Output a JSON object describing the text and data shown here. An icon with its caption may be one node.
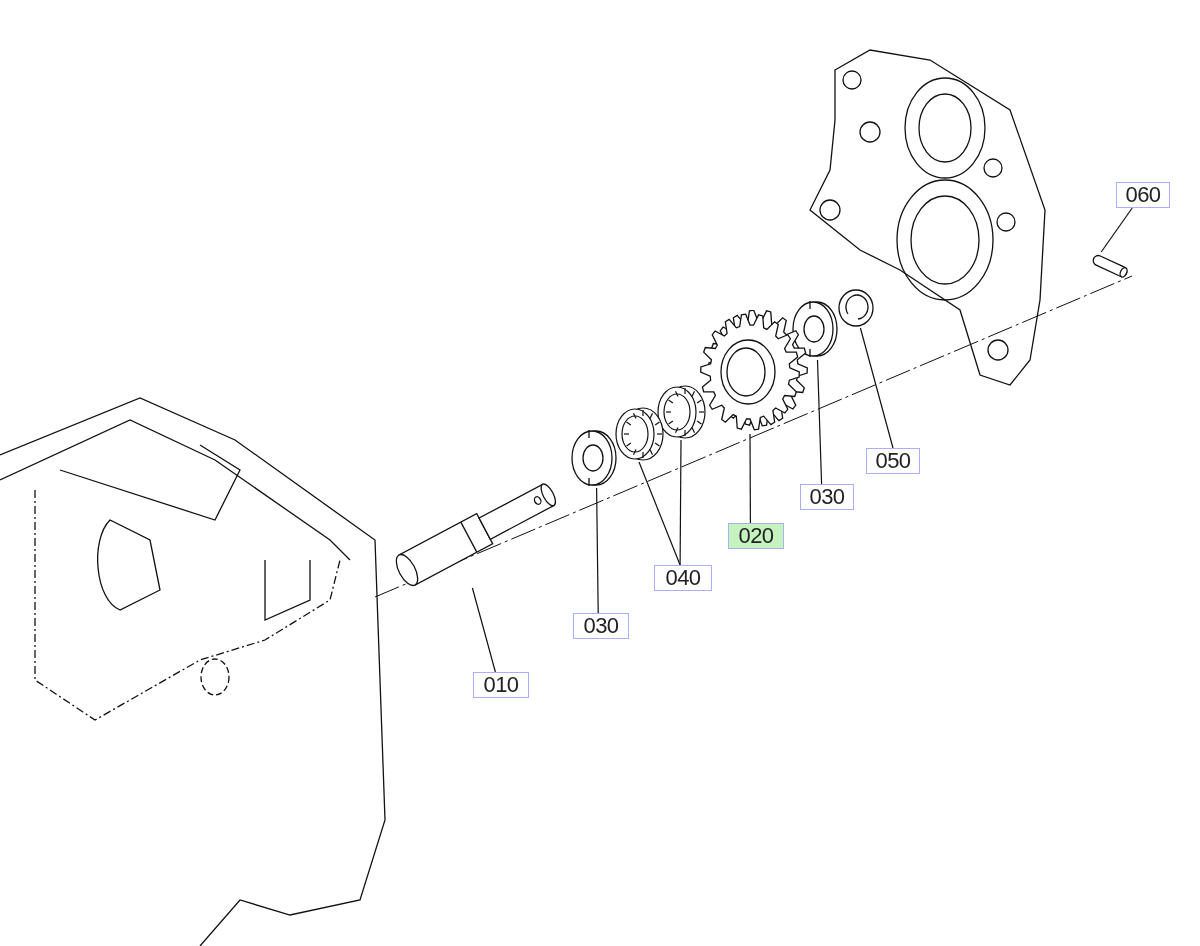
{
  "diagram": {
    "nodes": [
      {
        "text": [
          "060"
        ]
      },
      {
        "text": [],
        "shape": "picture"
      },
      {
        "text": [],
        "shape": "picture"
      },
      {
        "text": [],
        "shape": "picture"
      },
      {
        "text": [],
        "shape": "picture"
      },
      {
        "text": [],
        "shape": "picture"
      },
      {
        "text": [],
        "shape": "picture"
      },
      {
        "text": [],
        "shape": "picture"
      },
      {
        "text": [],
        "shape": "picture"
      },
      {
        "text": [
          "050"
        ]
      },
      {
        "text": [
          "030"
        ]
      },
      {
        "text": [
          "020"
        ]
      },
      {
        "text": [
          "040"
        ]
      },
      {
        "text": [
          "030"
        ]
      },
      {
        "text": [
          "010"
        ]
      }
    ],
    "edges": [
      {
        "from": 0,
        "to": 1,
        "arrow": "none"
      },
      {
        "from": 9,
        "to": 2,
        "arrow": "none"
      },
      {
        "from": 10,
        "to": 3,
        "arrow": "none"
      },
      {
        "from": 11,
        "to": 4,
        "arrow": "none"
      },
      {
        "from": 12,
        "to": 5,
        "arrow": "none"
      },
      {
        "from": 12,
        "to": 6,
        "arrow": "none"
      },
      {
        "from": 13,
        "to": 7,
        "arrow": "none"
      },
      {
        "from": 14,
        "to": 8,
        "arrow": "none"
      }
    ]
  }
}
